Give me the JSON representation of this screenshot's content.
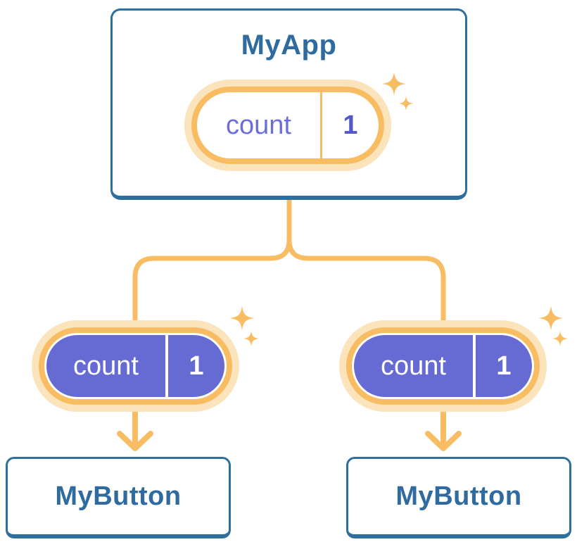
{
  "colors": {
    "card_border_blue": "#2d709e",
    "card_text_blue": "#2f6b9e",
    "connector_orange": "#f8bc62",
    "pill_halo_orange": "#fbe3bb",
    "pill_fill_purple": "#666bd4",
    "state_label_indigo": "#6b70d9",
    "state_value_indigo": "#5457c8",
    "pill_text_white": "#ffffff"
  },
  "root_component": {
    "title": "MyApp",
    "state": {
      "label": "count",
      "value": "1"
    }
  },
  "child_components": [
    {
      "title": "MyButton",
      "state": {
        "label": "count",
        "value": "1"
      }
    },
    {
      "title": "MyButton",
      "state": {
        "label": "count",
        "value": "1"
      }
    }
  ]
}
